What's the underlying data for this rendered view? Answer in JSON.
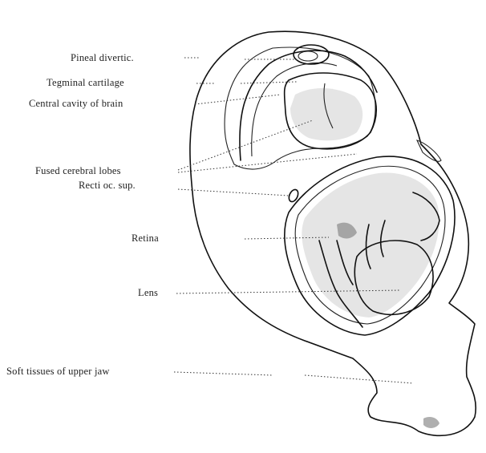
{
  "labels": {
    "pineal": "Pineal divertic.",
    "tegminal": "Tegminal cartilage",
    "central": "Central cavity of brain",
    "fused": "Fused cerebral lobes",
    "recti": "Recti oc. sup.",
    "retina": "Retina",
    "lens": "Lens",
    "soft": "Soft tissues of upper jaw"
  }
}
